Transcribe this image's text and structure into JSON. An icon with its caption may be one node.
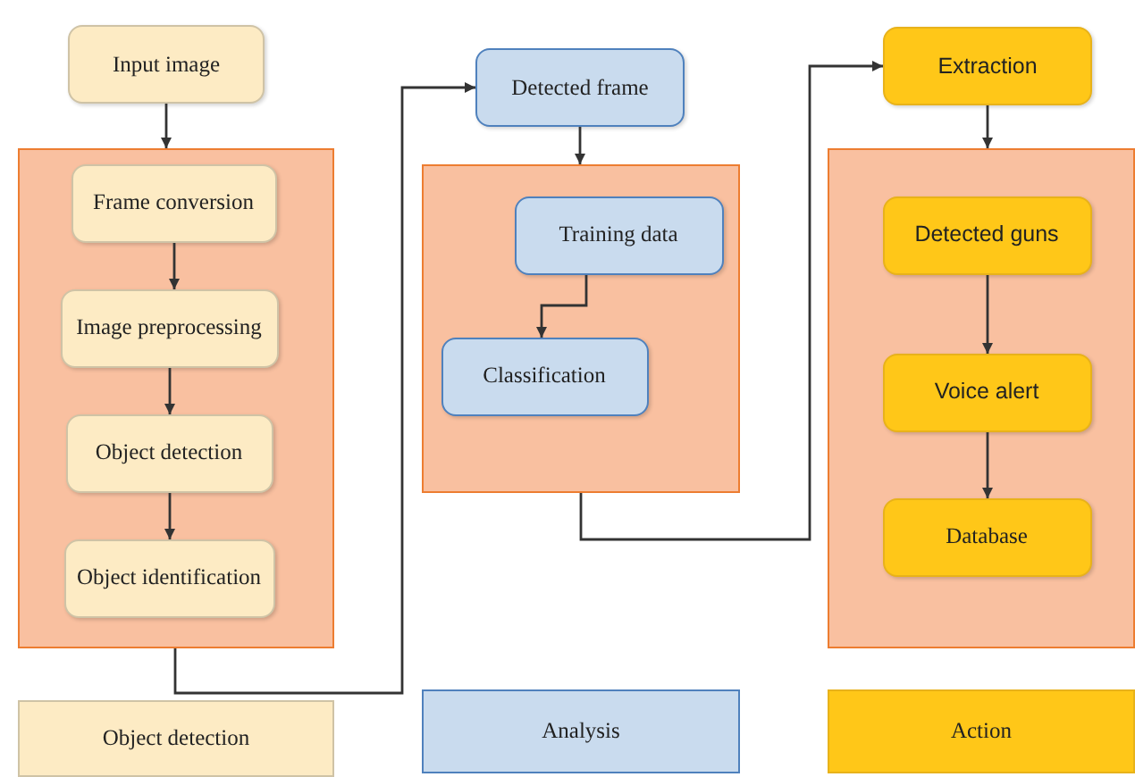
{
  "diagram": {
    "nodes": [
      {
        "text": [
          "Input image"
        ]
      },
      {
        "text": [],
        "shape": "box"
      },
      {
        "text": [
          "Frame conversion"
        ],
        "in": 1
      },
      {
        "text": [
          "Image preprocessing"
        ],
        "in": 1
      },
      {
        "text": [
          "Object detection"
        ],
        "in": 1
      },
      {
        "text": [
          "Object identification"
        ],
        "in": 1
      },
      {
        "text": [
          "Detected frame"
        ]
      },
      {
        "text": [],
        "shape": "box"
      },
      {
        "text": [
          "Training data"
        ],
        "in": 7
      },
      {
        "text": [
          "Classification"
        ],
        "in": 7
      },
      {
        "text": [
          "Extraction"
        ]
      },
      {
        "text": [],
        "shape": "box"
      },
      {
        "text": [
          "Detected guns"
        ],
        "in": 11
      },
      {
        "text": [
          "Voice alert"
        ],
        "in": 11
      },
      {
        "text": [
          "Database"
        ],
        "in": 11
      },
      {
        "text": [
          "Object detection"
        ]
      },
      {
        "text": [
          "Analysis"
        ]
      },
      {
        "text": [
          "Action"
        ]
      }
    ],
    "edges": [
      {
        "from": 0,
        "to": 1,
        "arrow": "to"
      },
      {
        "from": 2,
        "to": 3,
        "arrow": "to"
      },
      {
        "from": 3,
        "to": 4,
        "arrow": "to"
      },
      {
        "from": 4,
        "to": 5,
        "arrow": "to"
      },
      {
        "from": 1,
        "to": 6,
        "arrow": "to"
      },
      {
        "from": 6,
        "to": 7,
        "arrow": "to"
      },
      {
        "from": 8,
        "to": 9,
        "arrow": "to"
      },
      {
        "from": 7,
        "to": 10,
        "arrow": "to"
      },
      {
        "from": 10,
        "to": 11,
        "arrow": "to"
      },
      {
        "from": 12,
        "to": 13,
        "arrow": "to"
      },
      {
        "from": 13,
        "to": 14,
        "arrow": "to"
      }
    ]
  }
}
